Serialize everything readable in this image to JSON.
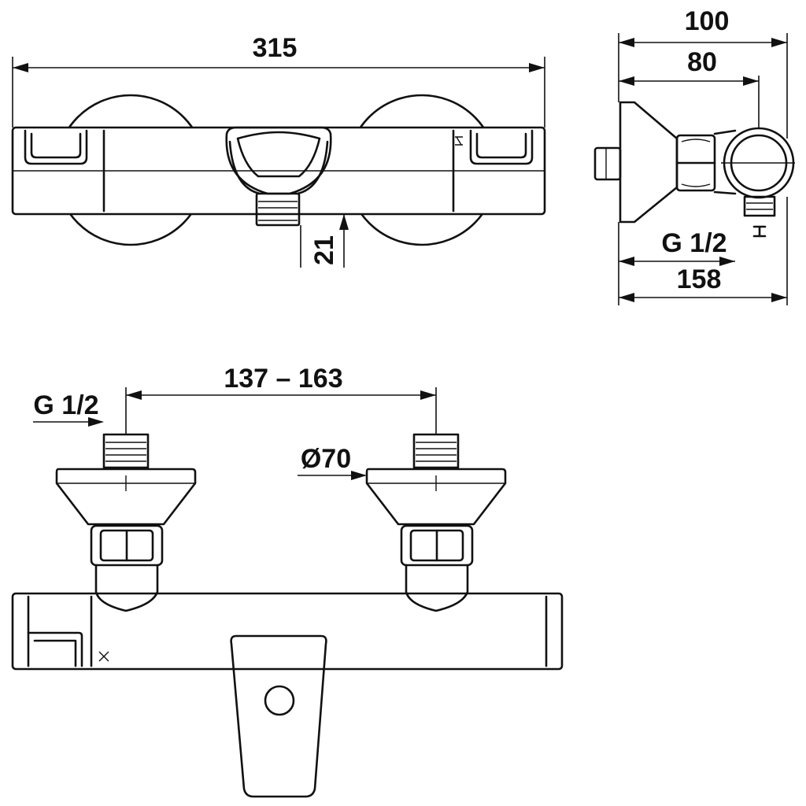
{
  "drawing": {
    "ink_color": "#111111",
    "background_color": "#ffffff",
    "dimensions": {
      "overall_length": "315",
      "depth_total": "100",
      "depth_body": "80",
      "outlet_offset": "21",
      "side_thread": "G 1/2",
      "side_height": "158",
      "inlet_centres": "137 – 163",
      "inlet_thread": "G 1/2",
      "cover_diameter": "Ø70"
    },
    "icons": [
      "cold-side-mark-icon",
      "hot-side-mark-icon"
    ]
  }
}
